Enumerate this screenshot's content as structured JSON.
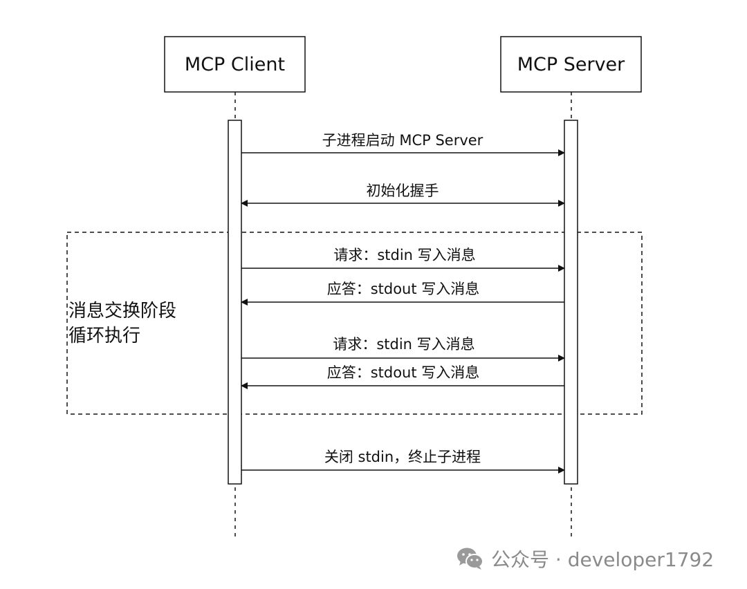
{
  "participants": {
    "client": "MCP Client",
    "server": "MCP Server"
  },
  "messages": [
    {
      "label": "子进程启动 MCP Server",
      "direction": "client-to-server"
    },
    {
      "label": "初始化握手",
      "direction": "both"
    },
    {
      "label": "请求：stdin 写入消息",
      "direction": "client-to-server"
    },
    {
      "label": "应答：stdout 写入消息",
      "direction": "server-to-client"
    },
    {
      "label": "请求：stdin 写入消息",
      "direction": "client-to-server"
    },
    {
      "label": "应答：stdout 写入消息",
      "direction": "server-to-client"
    },
    {
      "label": "关闭 stdin，终止子进程",
      "direction": "client-to-server"
    }
  ],
  "loop": {
    "line1": "消息交换阶段",
    "line2": "循环执行"
  },
  "watermark": {
    "icon": "wechat-icon",
    "text": "公众号 · developer1792"
  }
}
